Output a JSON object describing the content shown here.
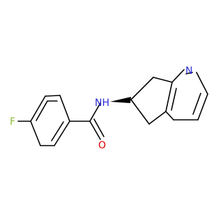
{
  "atoms": {
    "fluorine": {
      "label": "F",
      "color": "#8fbc3a"
    },
    "amide_nh": {
      "label": "NH",
      "color": "#2b2bd6"
    },
    "carbonyl_o": {
      "label": "O",
      "color": "#e00000"
    },
    "pyridine_n": {
      "label": "N",
      "color": "#2b2bd6"
    }
  },
  "bond_color": "#000000"
}
